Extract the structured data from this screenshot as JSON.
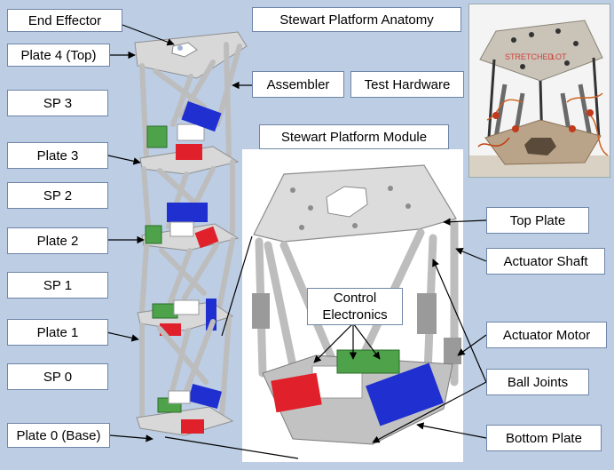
{
  "labels": {
    "end_effector": "End Effector",
    "plate_4": "Plate 4 (Top)",
    "sp3": "SP 3",
    "plate_3": "Plate 3",
    "sp2": "SP 2",
    "plate_2": "Plate 2",
    "sp1": "SP 1",
    "plate_1": "Plate 1",
    "sp0": "SP 0",
    "plate_0": "Plate 0 (Base)",
    "anatomy_title": "Stewart Platform Anatomy",
    "assembler": "Assembler",
    "test_hardware": "Test Hardware",
    "module_title": "Stewart Platform Module",
    "top_plate": "Top Plate",
    "actuator_shaft": "Actuator Shaft",
    "control_line1": "Control",
    "control_line2": "Electronics",
    "actuator_motor": "Actuator Motor",
    "ball_joints": "Ball Joints",
    "bottom_plate": "Bottom Plate"
  },
  "photo_text": {
    "line1": "STRETCHED",
    "line2": "LOT"
  },
  "colors": {
    "background": "#bccde4",
    "box_border": "#6f86a8",
    "motor_red": "#e0202a",
    "motor_blue": "#1f2fd0",
    "board_green": "#4ea34a",
    "plate_gray": "#d8d8d8",
    "strut_gray": "#bdbdbd"
  }
}
